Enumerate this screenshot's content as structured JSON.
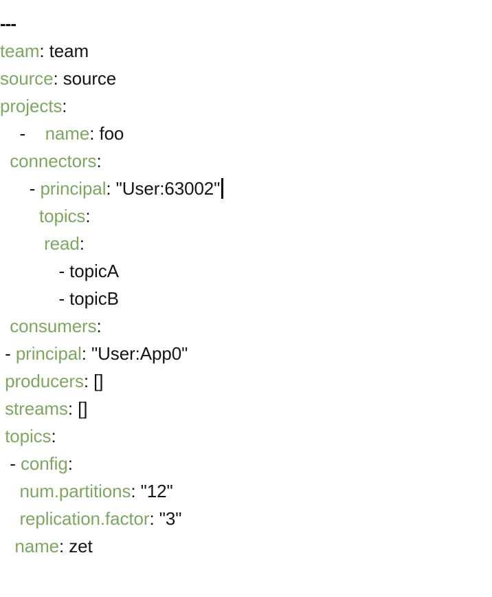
{
  "document": {
    "type": "yaml-source",
    "colors": {
      "key": "#7CA75C",
      "value": "#141414",
      "background": "#ffffff",
      "caret": "#000000"
    },
    "cursor": {
      "line_index": 6,
      "after_text": "read: ",
      "visible": true
    },
    "lines": [
      {
        "indent": "",
        "dash": "",
        "key": "---",
        "colon": "",
        "value": "",
        "kind": "doc-start"
      },
      {
        "indent": "",
        "dash": "",
        "key": "team",
        "colon": ":",
        "value": " team",
        "kind": "mapping"
      },
      {
        "indent": "",
        "dash": "",
        "key": "source",
        "colon": ":",
        "value": " source",
        "kind": "mapping"
      },
      {
        "indent": "",
        "dash": "",
        "key": "projects",
        "colon": ":",
        "value": "",
        "kind": "mapping"
      },
      {
        "indent": "    ",
        "dash": "-    ",
        "key": "name",
        "colon": ":",
        "value": " foo",
        "kind": "sequence-item"
      },
      {
        "indent": "  ",
        "dash": "",
        "key": "connectors",
        "colon": ":",
        "value": "",
        "kind": "mapping"
      },
      {
        "indent": "      ",
        "dash": "- ",
        "key": "principal",
        "colon": ":",
        "value": " \"User:63002\"",
        "kind": "sequence-item"
      },
      {
        "indent": "        ",
        "dash": "",
        "key": "topics",
        "colon": ":",
        "value": "",
        "kind": "mapping"
      },
      {
        "indent": "         ",
        "dash": "",
        "key": "read",
        "colon": ":",
        "value": " ",
        "kind": "mapping-cursor"
      },
      {
        "indent": "            ",
        "dash": "- ",
        "key": "",
        "colon": "",
        "value": "topicA",
        "kind": "sequence-scalar"
      },
      {
        "indent": "            ",
        "dash": "- ",
        "key": "",
        "colon": "",
        "value": "topicB",
        "kind": "sequence-scalar"
      },
      {
        "indent": "  ",
        "dash": "",
        "key": "consumers",
        "colon": ":",
        "value": "",
        "kind": "mapping"
      },
      {
        "indent": " ",
        "dash": "- ",
        "key": "principal",
        "colon": ":",
        "value": " \"User:App0\"",
        "kind": "sequence-item"
      },
      {
        "indent": " ",
        "dash": "",
        "key": "producers",
        "colon": ":",
        "value": " []",
        "kind": "mapping"
      },
      {
        "indent": " ",
        "dash": "",
        "key": "streams",
        "colon": ":",
        "value": " []",
        "kind": "mapping"
      },
      {
        "indent": " ",
        "dash": "",
        "key": "topics",
        "colon": ":",
        "value": "",
        "kind": "mapping"
      },
      {
        "indent": "  ",
        "dash": "- ",
        "key": "config",
        "colon": ":",
        "value": "",
        "kind": "sequence-item"
      },
      {
        "indent": "    ",
        "dash": "",
        "key": "num.partitions",
        "colon": ":",
        "value": " \"12\"",
        "kind": "mapping"
      },
      {
        "indent": "    ",
        "dash": "",
        "key": "replication.factor",
        "colon": ":",
        "value": " \"3\"",
        "kind": "mapping"
      },
      {
        "indent": "   ",
        "dash": "",
        "key": "name",
        "colon": ":",
        "value": " zet",
        "kind": "mapping"
      }
    ]
  }
}
